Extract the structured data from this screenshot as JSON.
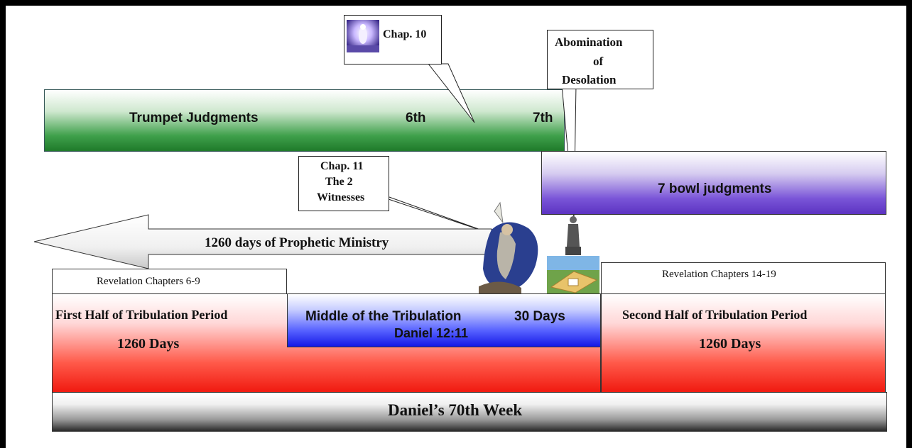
{
  "trumpet": {
    "title": "Trumpet Judgments",
    "sixth": "6th",
    "seventh": "7th"
  },
  "chap10": {
    "label": "Chap. 10"
  },
  "abomination": {
    "line1": "Abomination",
    "line2": "of",
    "line3": "Desolation"
  },
  "bowl": {
    "label": "7 bowl judgments"
  },
  "chap11": {
    "line1": "Chap. 11",
    "line2": "The 2",
    "line3": "Witnesses"
  },
  "ministry": {
    "label": "1260 days of Prophetic Ministry"
  },
  "rev_left": {
    "label": "Revelation Chapters 6-9"
  },
  "rev_right": {
    "label": "Revelation Chapters 14-19"
  },
  "first_half": {
    "title": "First Half of Tribulation Period",
    "days": "1260 Days"
  },
  "middle": {
    "title": "Middle of the Tribulation",
    "days": "30 Days",
    "ref": "Daniel 12:11"
  },
  "second_half": {
    "title": "Second Half of Tribulation Period",
    "days": "1260 Days"
  },
  "week": {
    "label": "Daniel’s 70th Week"
  }
}
